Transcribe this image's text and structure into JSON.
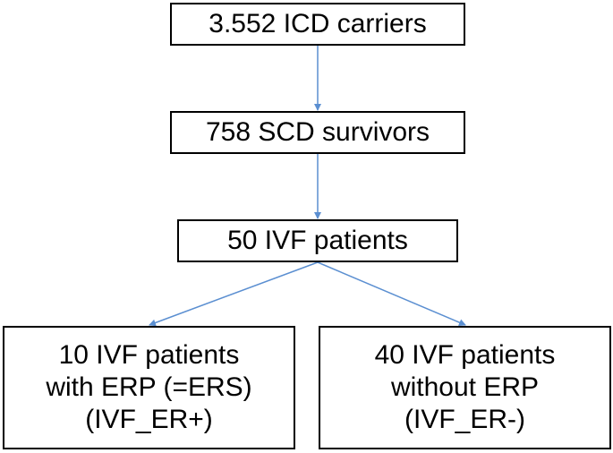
{
  "diagram": {
    "colors": {
      "arrow": "#5b8fd1",
      "border": "#000000",
      "text": "#000000",
      "background": "#ffffff"
    },
    "nodes": [
      {
        "id": "n1",
        "lines": [
          "3.552 ICD carriers"
        ]
      },
      {
        "id": "n2",
        "lines": [
          "758 SCD survivors"
        ]
      },
      {
        "id": "n3",
        "lines": [
          "50 IVF patients"
        ]
      },
      {
        "id": "n4",
        "lines": [
          "10 IVF patients",
          "with ERP (=ERS)",
          "(IVF_ER+)"
        ]
      },
      {
        "id": "n5",
        "lines": [
          "40 IVF patients",
          "without ERP",
          "(IVF_ER-)"
        ]
      }
    ],
    "edges": [
      {
        "from": "n1",
        "to": "n2"
      },
      {
        "from": "n2",
        "to": "n3"
      },
      {
        "from": "n3",
        "to": "n4"
      },
      {
        "from": "n3",
        "to": "n5"
      }
    ]
  }
}
